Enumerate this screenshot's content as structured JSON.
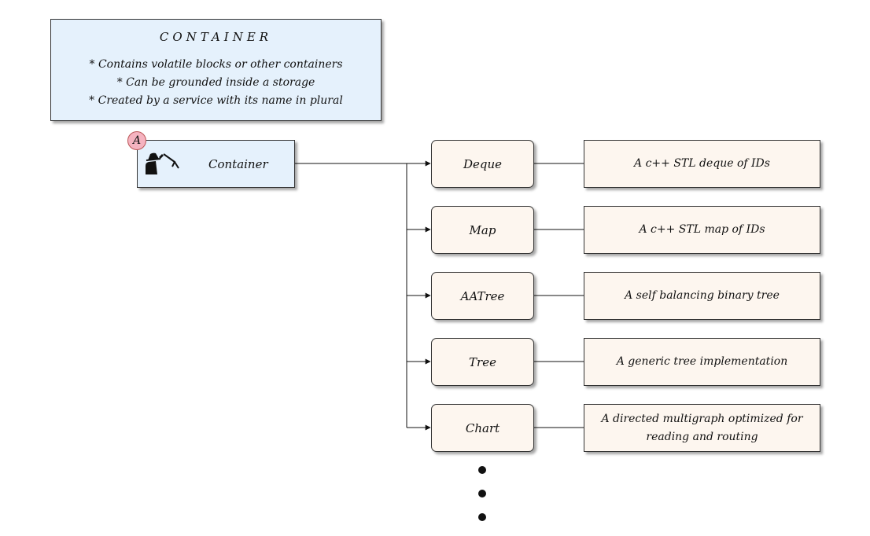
{
  "note": {
    "title": "CONTAINER",
    "lines": [
      "* Contains volatile blocks or other containers",
      "* Can be grounded inside a storage",
      "* Created by a service with its name in plural"
    ]
  },
  "root": {
    "label": "Container",
    "badge": "A",
    "icon": "spy-icon"
  },
  "children": [
    {
      "label": "Deque",
      "description": "A c++ STL deque of IDs"
    },
    {
      "label": "Map",
      "description": "A c++ STL map of IDs"
    },
    {
      "label": "AATree",
      "description": "A self balancing binary tree"
    },
    {
      "label": "Tree",
      "description": "A generic tree implementation"
    },
    {
      "label": "Chart",
      "description": "A directed multigraph optimized for reading and routing"
    }
  ],
  "colors": {
    "note_fill": "#e5f1fc",
    "node_fill": "#fdf6ef",
    "badge_fill": "#f5b3c0"
  }
}
